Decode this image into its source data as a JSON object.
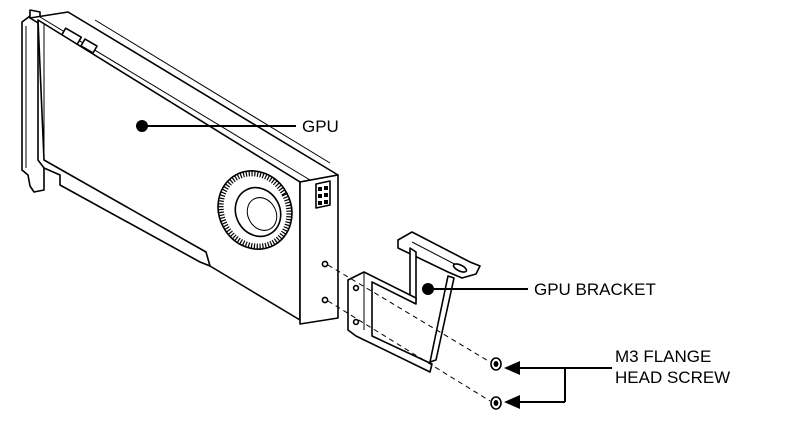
{
  "labels": {
    "gpu": "GPU",
    "gpu_bracket": "GPU BRACKET",
    "screw_line1": "M3 FLANGE",
    "screw_line2": "HEAD SCREW"
  },
  "colors": {
    "line": "#000000",
    "background": "#ffffff"
  }
}
